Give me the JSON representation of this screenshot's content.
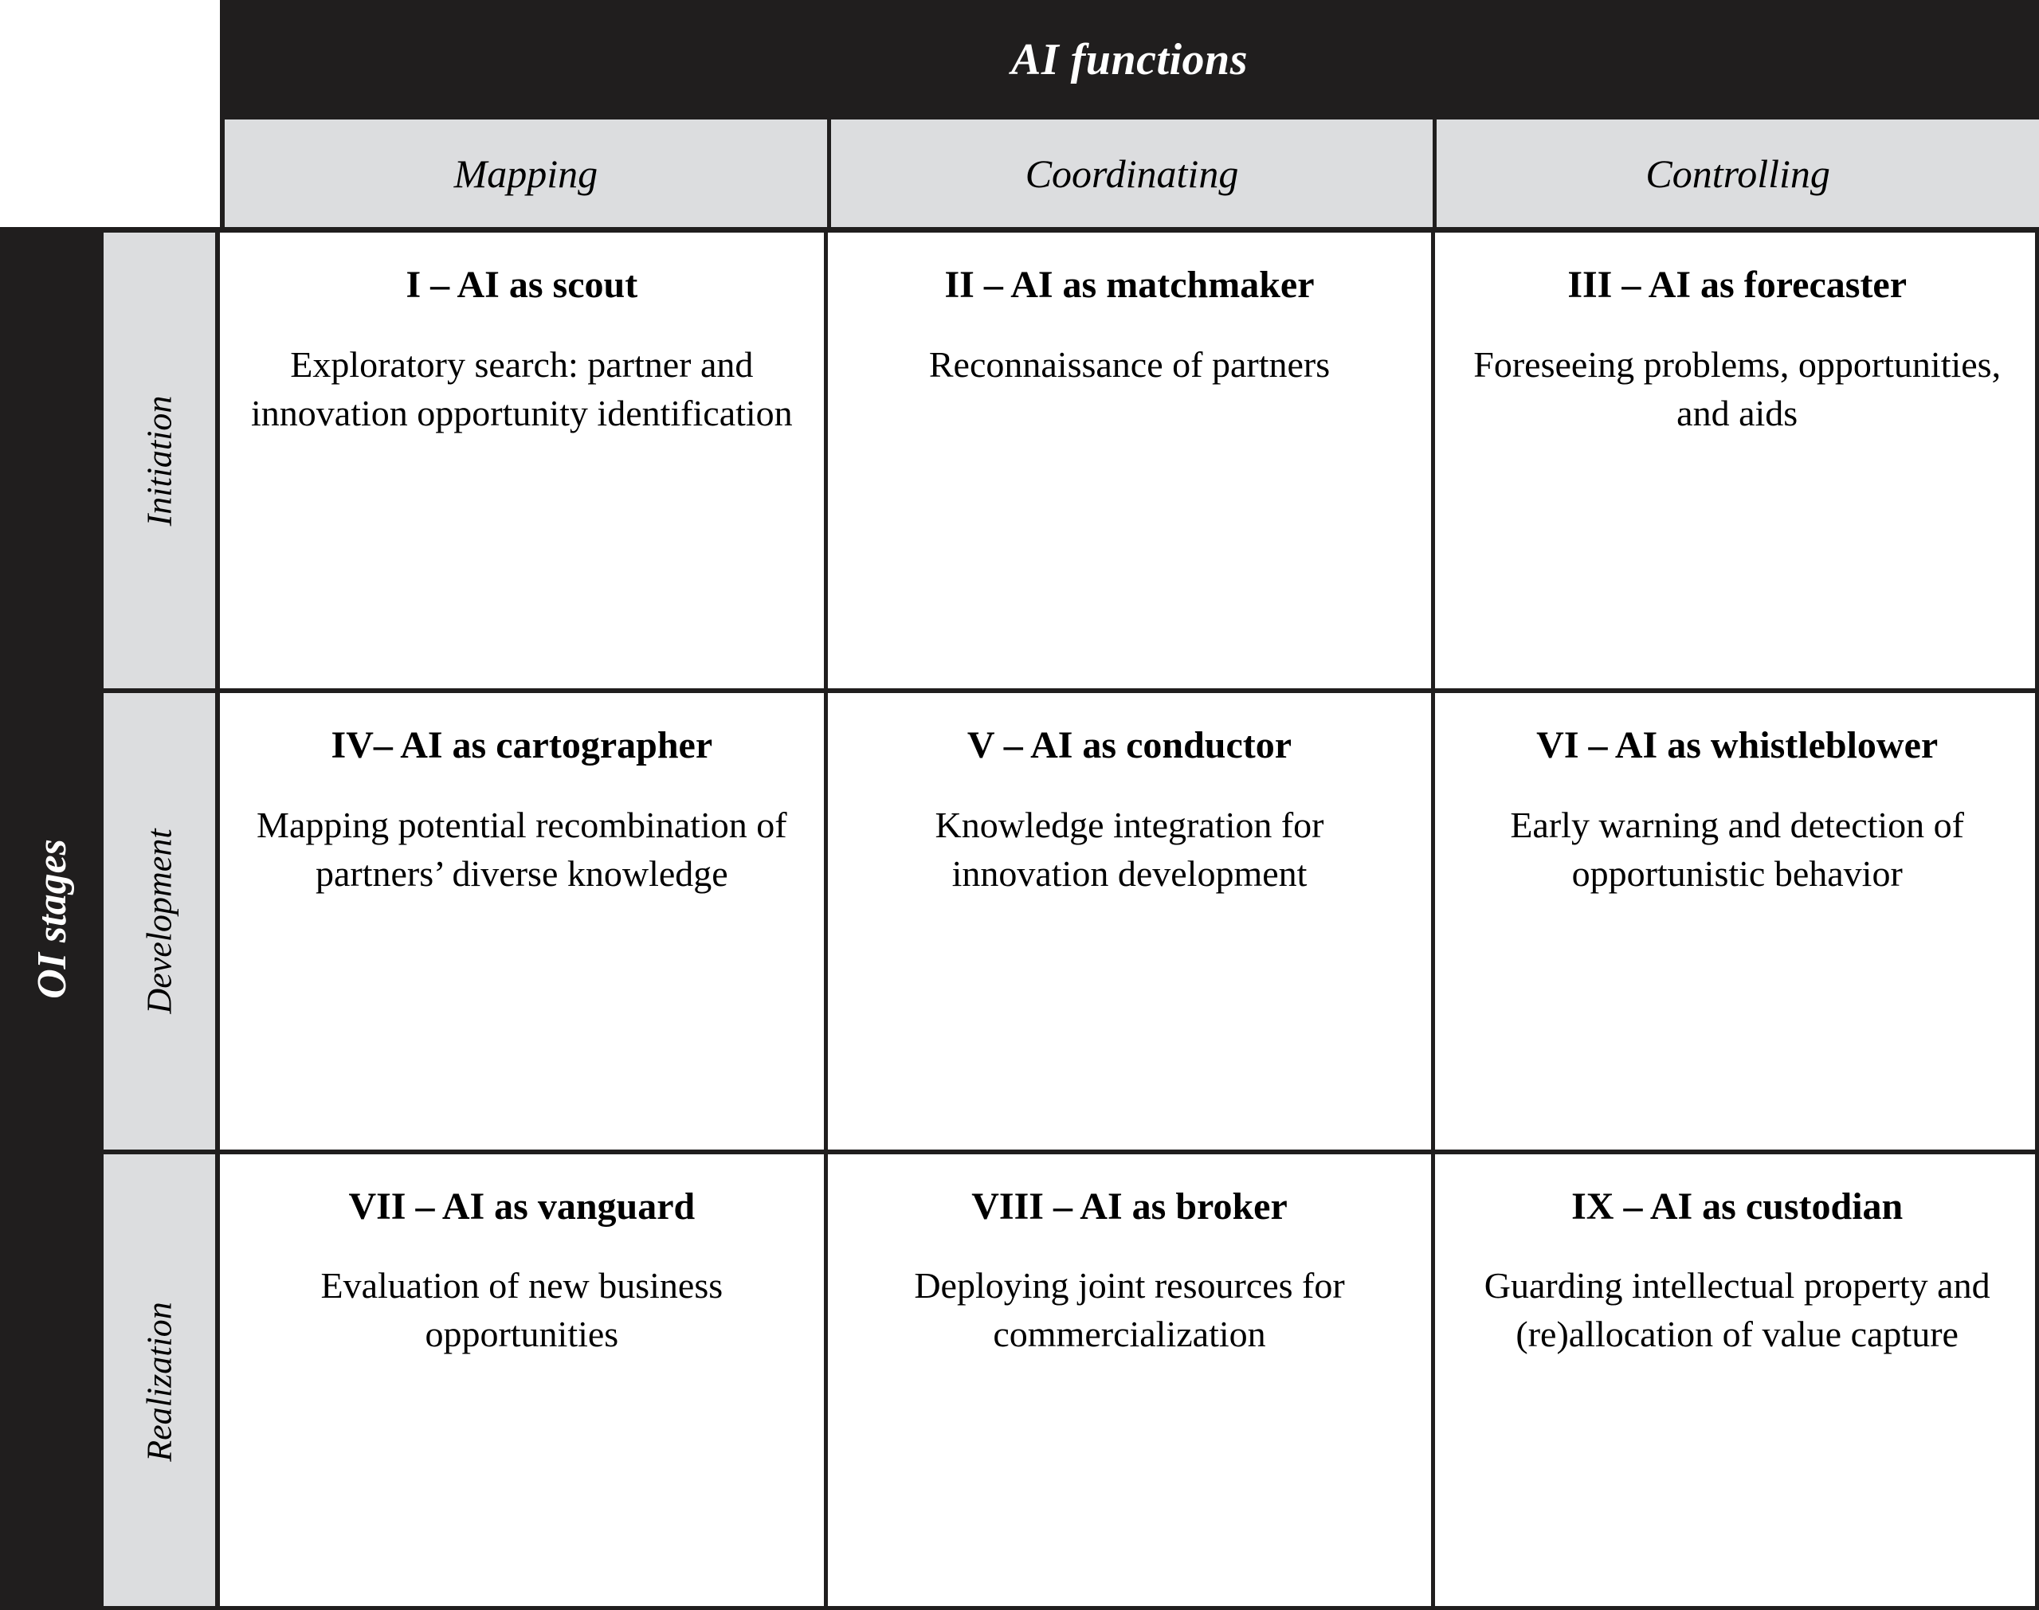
{
  "figure": {
    "column_banner": {
      "label": "AI functions"
    },
    "row_banner": {
      "label": "OI stages"
    },
    "columns": [
      {
        "label": "Mapping"
      },
      {
        "label": "Coordinating"
      },
      {
        "label": "Controlling"
      }
    ],
    "rows": [
      {
        "label": "Initiation"
      },
      {
        "label": "Development"
      },
      {
        "label": "Realization"
      }
    ],
    "cells": [
      [
        {
          "title": "I – AI as scout",
          "description": "Exploratory search: partner and innovation opportunity identification"
        },
        {
          "title": "II – AI as matchmaker",
          "description": "Reconnaissance of partners"
        },
        {
          "title": "III – AI as forecaster",
          "description": "Foreseeing problems, opportunities, and aids"
        }
      ],
      [
        {
          "title": "IV– AI as cartographer",
          "description": "Mapping potential recombination of partners’ diverse knowledge"
        },
        {
          "title": "V – AI as conductor",
          "description": "Knowledge integration for innovation development"
        },
        {
          "title": "VI – AI as whistleblower",
          "description": "Early warning and detection of opportunistic behavior"
        }
      ],
      [
        {
          "title": "VII – AI as vanguard",
          "description": "Evaluation of new business opportunities"
        },
        {
          "title": "VIII – AI as broker",
          "description": "Deploying joint resources for commercialization"
        },
        {
          "title": "IX – AI as custodian",
          "description": "Guarding intellectual property and (re)allocation of value capture"
        }
      ]
    ],
    "colors": {
      "banner_background": "#201e1e",
      "banner_text": "#ffffff",
      "header_background": "#dcdddf",
      "cell_background": "#ffffff",
      "rule": "#201e1e"
    }
  }
}
